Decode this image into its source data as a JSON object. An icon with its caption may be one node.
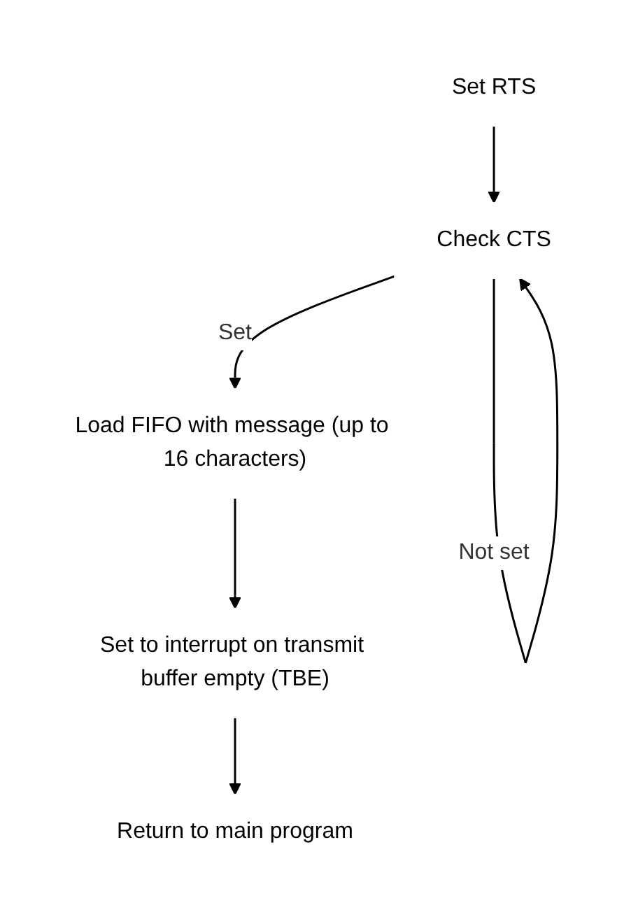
{
  "diagram": {
    "nodes": [
      {
        "text": [
          "Set RTS"
        ]
      },
      {
        "text": [
          "Check CTS"
        ]
      },
      {
        "text": [
          "Load FIFO with message (up to 16 characters)"
        ]
      },
      {
        "text": [
          "Set to interrupt on transmit buffer empty (TBE)"
        ]
      },
      {
        "text": [
          "Return to main program"
        ]
      }
    ],
    "edges": [
      {
        "from": 0,
        "to": 1,
        "arrow": "to"
      },
      {
        "from": 1,
        "to": 1,
        "label": "Not set",
        "arrow": "to"
      },
      {
        "from": 1,
        "to": 2,
        "label": "Set",
        "arrow": "to"
      },
      {
        "from": 2,
        "to": 3,
        "arrow": "to"
      },
      {
        "from": 3,
        "to": 4,
        "arrow": "to"
      }
    ]
  }
}
